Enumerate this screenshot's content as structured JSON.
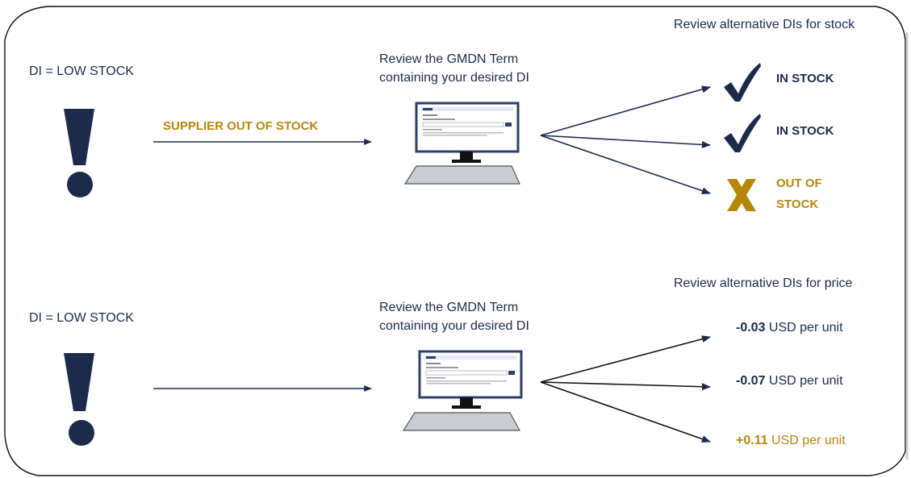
{
  "colors": {
    "navy": "#1c2b4b",
    "gold": "#b8860b",
    "frame": "#111111"
  },
  "panels": [
    {
      "di_label": "DI = LOW STOCK",
      "arrow_label": "SUPPLIER OUT OF STOCK",
      "review_lines": [
        "Review the GMDN Term",
        "containing your desired DI"
      ],
      "heading": "Review alternative DIs for stock",
      "outcomes": [
        {
          "icon": "check-icon",
          "lines": [
            "IN  STOCK"
          ],
          "color": "navy"
        },
        {
          "icon": "check-icon",
          "lines": [
            "IN STOCK"
          ],
          "color": "navy"
        },
        {
          "icon": "x-icon",
          "lines": [
            "OUT OF",
            "STOCK"
          ],
          "color": "gold"
        }
      ]
    },
    {
      "di_label": "DI = LOW STOCK",
      "arrow_label": "",
      "review_lines": [
        "Review the GMDN Term",
        "containing your desired DI"
      ],
      "heading": "Review alternative DIs for price",
      "outcomes": [
        {
          "value": "-0.03",
          "unit": " USD per unit",
          "color": "navy"
        },
        {
          "value": "-0.07",
          "unit": " USD per unit",
          "color": "navy"
        },
        {
          "value": "+0.11",
          "unit": " USD per unit",
          "color": "gold"
        }
      ]
    }
  ]
}
